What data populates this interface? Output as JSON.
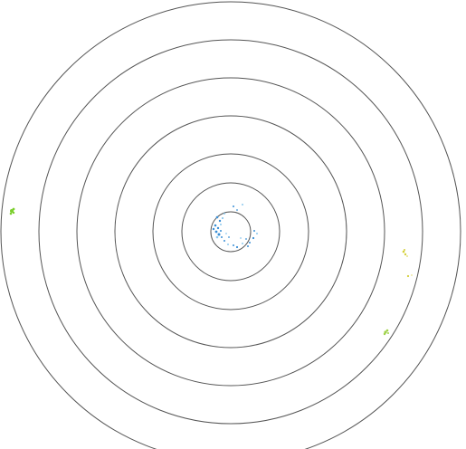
{
  "diagram": {
    "type": "concentric-rings",
    "ring_count": 7,
    "background": "#ffffff",
    "ring_color": "#555555",
    "clusters": [
      {
        "name": "center-cluster",
        "color": "#3a8fd6",
        "secondary_color": "#8ec9ee"
      },
      {
        "name": "left-cluster",
        "color": "#7bcf2c"
      },
      {
        "name": "right-upper-cluster",
        "color": "#d4cf3a",
        "secondary_color": "#e8e48a"
      },
      {
        "name": "right-lower-cluster",
        "color": "#9fd24a"
      }
    ]
  }
}
